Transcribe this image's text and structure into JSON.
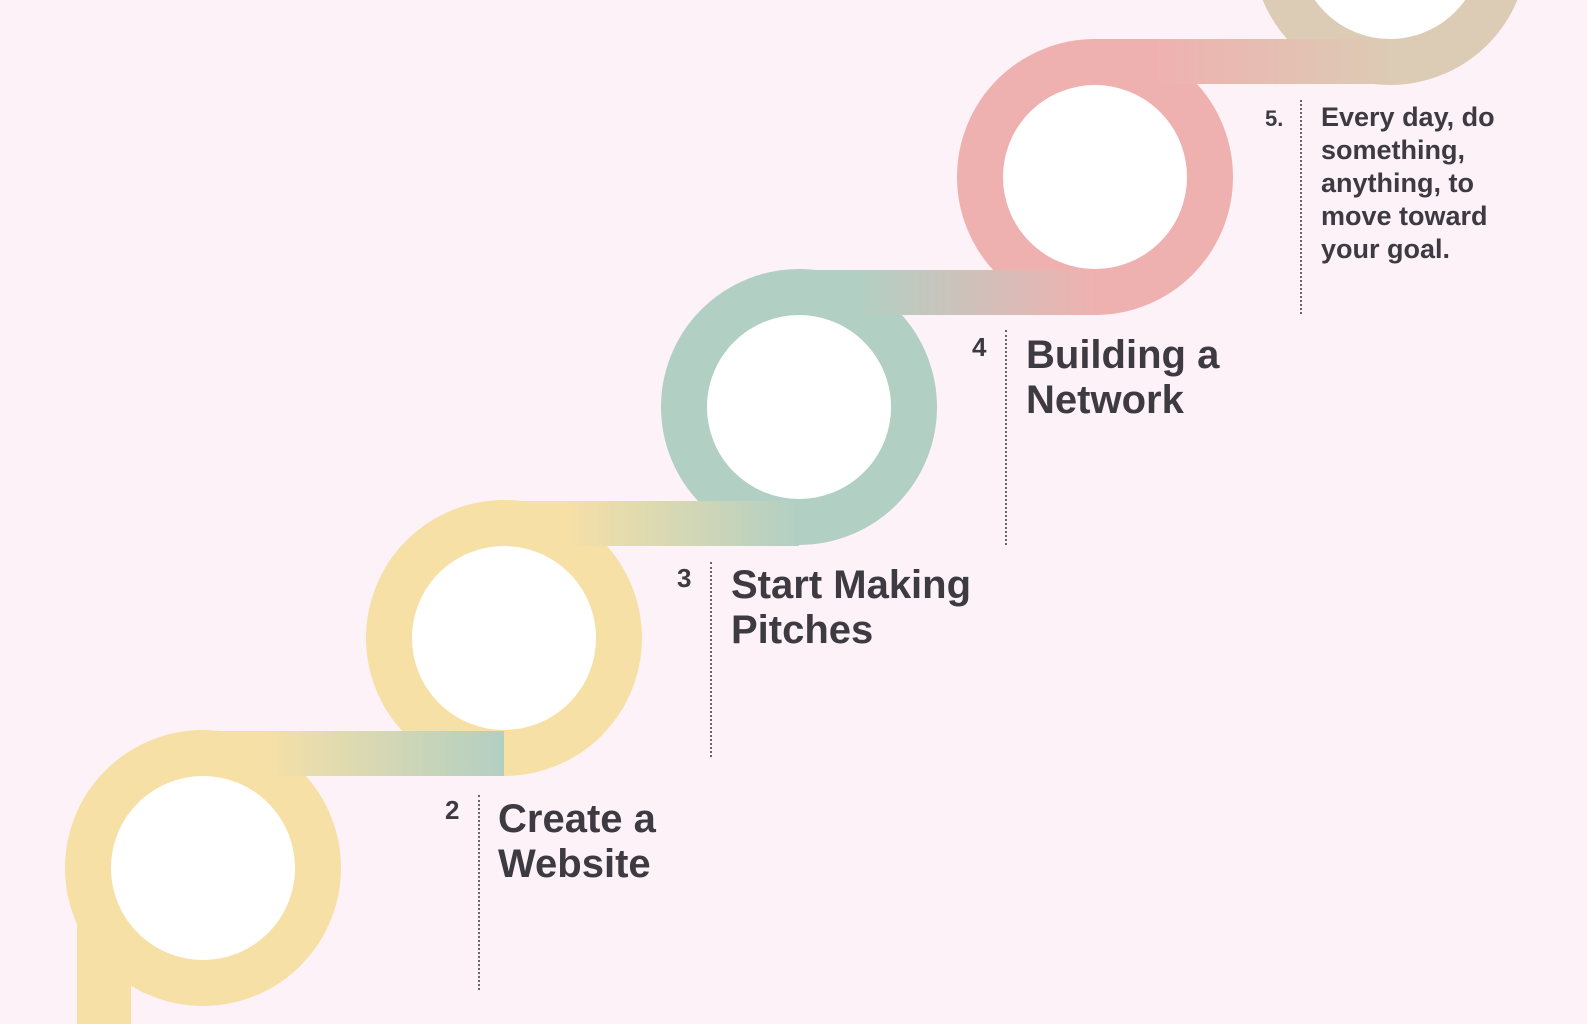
{
  "steps": [
    {
      "number": "2",
      "title": "Create a\nWebsite",
      "color": "#f7e0a6"
    },
    {
      "number": "3",
      "title": "Start Making\nPitches",
      "color": "#b2cfc3"
    },
    {
      "number": "4",
      "title": "Building a\nNetwork",
      "color": "#efb1b0"
    },
    {
      "number": "5.",
      "title": "Every day, do\nsomething,\nanything, to\nmove toward\nyour goal.",
      "color": "#dccbb5"
    }
  ],
  "colors": {
    "background": "#fcf2f8",
    "text": "#3d3a42",
    "yellow": "#f7e0a6",
    "teal": "#b2cfc3",
    "pink": "#efb1b0",
    "tan": "#dccbb5"
  }
}
